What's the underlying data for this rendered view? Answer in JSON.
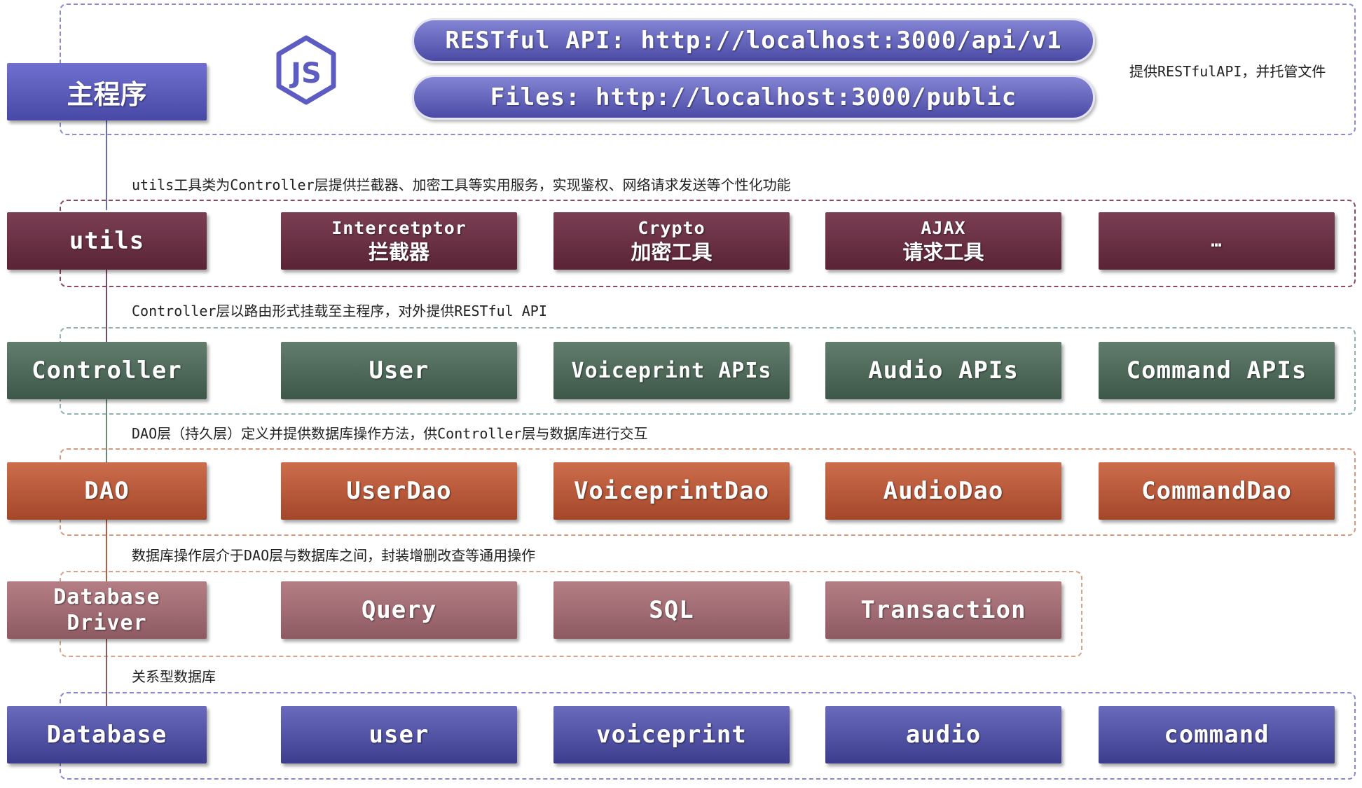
{
  "main": {
    "label": "主程序",
    "logo_text": "JS",
    "pills": [
      "RESTful API: http://localhost:3000/api/v1",
      "Files: http://localhost:3000/public"
    ],
    "side_note": "提供RESTfulAPI，并托管文件"
  },
  "utils": {
    "note": "utils工具类为Controller层提供拦截器、加密工具等实用服务，实现鉴权、网络请求发送等个性化功能",
    "label": "utils",
    "items": [
      {
        "en": "Intercetptor",
        "cn": "拦截器"
      },
      {
        "en": "Crypto",
        "cn": "加密工具"
      },
      {
        "en": "AJAX",
        "cn": "请求工具"
      },
      {
        "en": "…",
        "cn": ""
      }
    ]
  },
  "controller": {
    "note": "Controller层以路由形式挂载至主程序，对外提供RESTful API",
    "label": "Controller",
    "items": [
      "User",
      "Voiceprint APIs",
      "Audio APIs",
      "Command APIs"
    ]
  },
  "dao": {
    "note": "DAO层（持久层）定义并提供数据库操作方法，供Controller层与数据库进行交互",
    "label": "DAO",
    "items": [
      "UserDao",
      "VoiceprintDao",
      "AudioDao",
      "CommandDao"
    ]
  },
  "driver": {
    "note": "数据库操作层介于DAO层与数据库之间，封装增删改查等通用操作",
    "label_lines": [
      "Database",
      "Driver"
    ],
    "items": [
      "Query",
      "SQL",
      "Transaction"
    ]
  },
  "database": {
    "note": "关系型数据库",
    "label": "Database",
    "items": [
      "user",
      "voiceprint",
      "audio",
      "command"
    ]
  },
  "colors": {
    "main": "#5a5bb8",
    "utils": "#6a2f45",
    "controller": "#4e6b5a",
    "dao": "#b85a3b",
    "driver": "#a06c73",
    "database": "#4f50a0"
  }
}
